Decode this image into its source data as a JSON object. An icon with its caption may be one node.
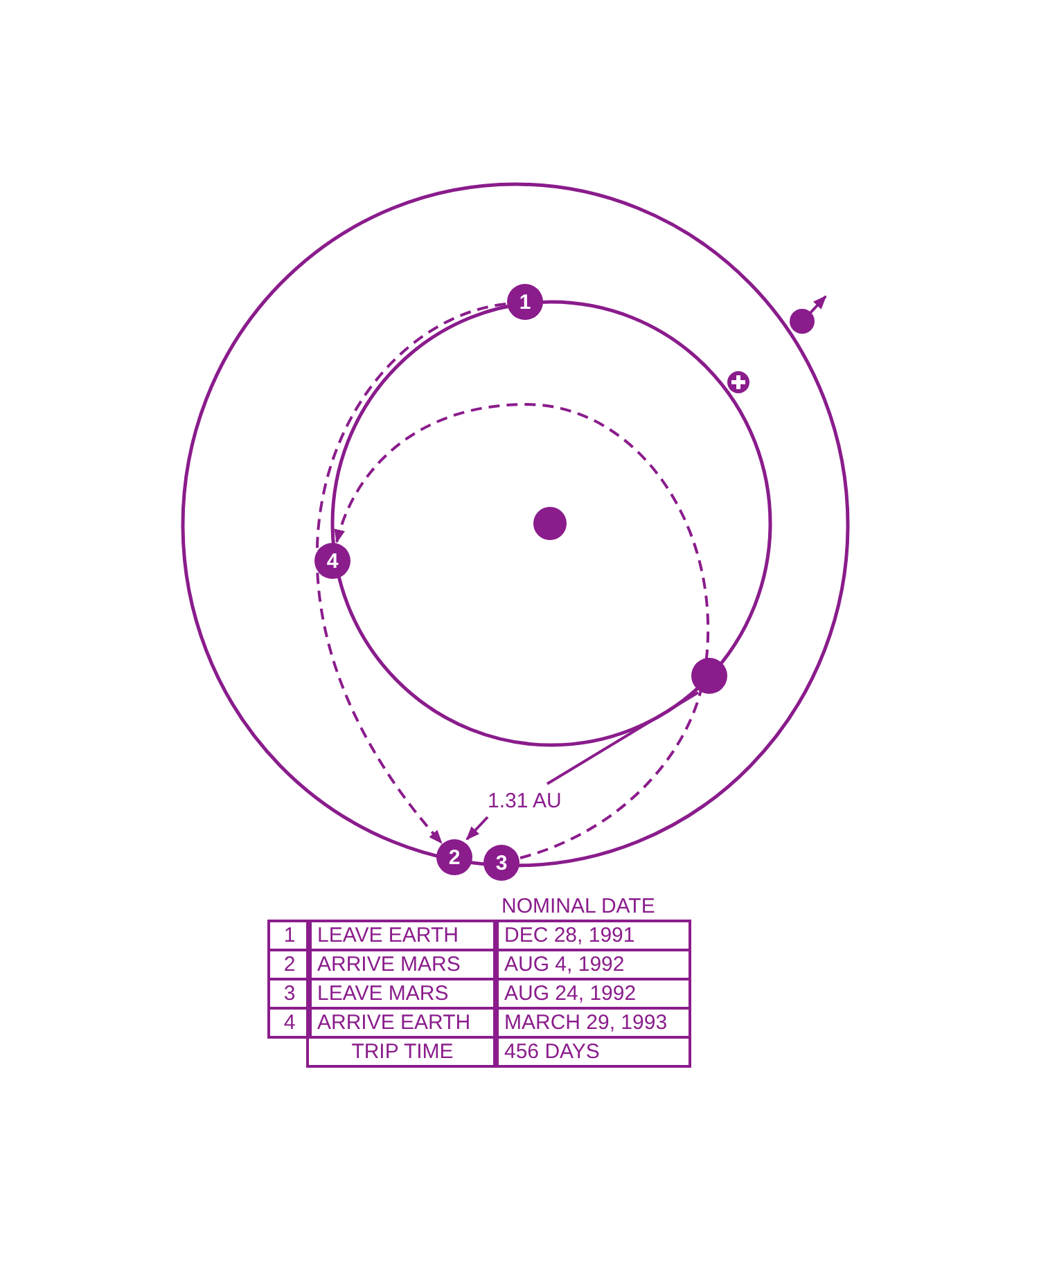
{
  "diagram": {
    "nodes": [
      {
        "text": [
          "1"
        ]
      },
      {
        "text": [
          "2"
        ]
      },
      {
        "text": [
          "3"
        ]
      },
      {
        "text": [
          "4"
        ]
      }
    ],
    "edges": [
      {
        "from": 0,
        "to": 1,
        "arrow": "to",
        "style": "dashed"
      },
      {
        "from": 2,
        "to": 3,
        "arrow": "to",
        "style": "dashed"
      }
    ],
    "labels": [
      "1.31 AU",
      "NOMINAL DATE",
      "1",
      "LEAVE EARTH",
      "DEC 28, 1991",
      "2",
      "ARRIVE MARS",
      "AUG 4, 1992",
      "3",
      "LEAVE MARS",
      "AUG 24, 1992",
      "4",
      "ARRIVE EARTH",
      "MARCH 29, 1993",
      "TRIP TIME",
      "456 DAYS"
    ]
  }
}
